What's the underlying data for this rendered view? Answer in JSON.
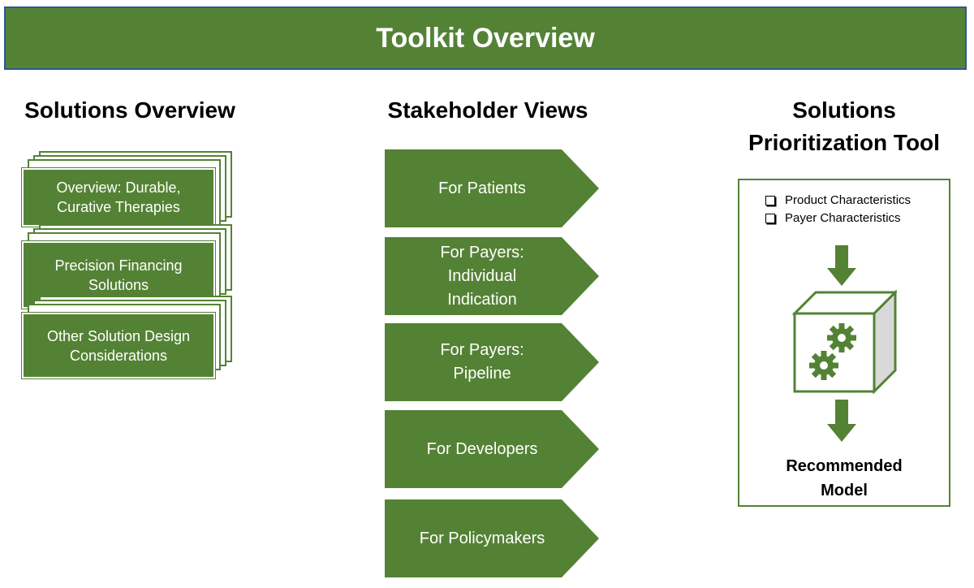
{
  "banner": {
    "title": "Toolkit Overview"
  },
  "columns": {
    "solutions_overview": {
      "heading": "Solutions Overview",
      "items": [
        {
          "label": "Overview:  Durable, Curative Therapies"
        },
        {
          "label": "Precision Financing Solutions"
        },
        {
          "label": "Other Solution Design Considerations"
        }
      ]
    },
    "stakeholder_views": {
      "heading": "Stakeholder Views",
      "items": [
        {
          "label": "For Patients"
        },
        {
          "label": "For Payers: Individual Indication"
        },
        {
          "label": "For Payers: Pipeline"
        },
        {
          "label": "For Developers"
        },
        {
          "label": "For Policymakers"
        }
      ]
    },
    "prioritization_tool": {
      "heading_line1": "Solutions",
      "heading_line2": "Prioritization Tool",
      "checklist": [
        {
          "label": "Product Characteristics"
        },
        {
          "label": "Payer Characteristics"
        }
      ],
      "result_line1": "Recommended",
      "result_line2": "Model"
    }
  },
  "colors": {
    "green": "#548235",
    "banner_border": "#2f5597",
    "cube_side": "#d9d9d9"
  }
}
